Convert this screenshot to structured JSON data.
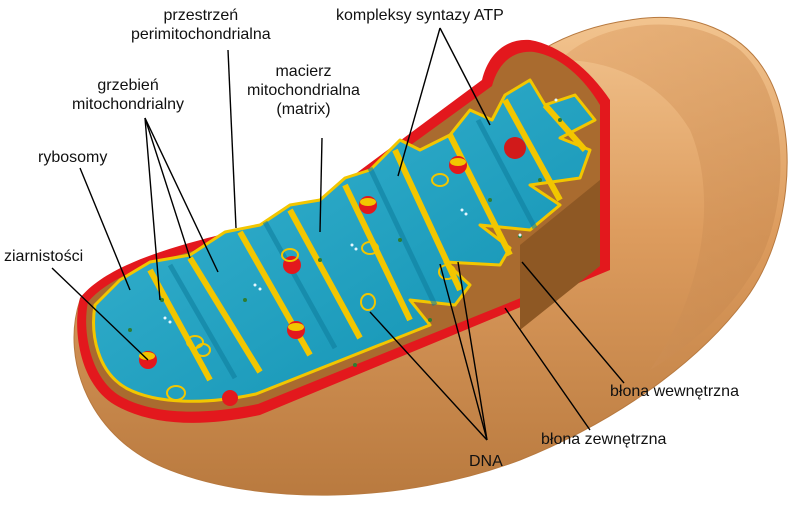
{
  "labels": {
    "perimitochondrial_space": [
      "przestrzeń",
      "perimitochondrialna"
    ],
    "atp_synthase": [
      "kompleksy syntazy ATP"
    ],
    "cristae": [
      "grzebień",
      "mitochondrialny"
    ],
    "matrix": [
      "macierz",
      "mitochondrialna",
      "(matrix)"
    ],
    "ribosomes": [
      "rybosomy"
    ],
    "granules": [
      "ziarnistości"
    ],
    "inner_membrane": [
      "błona wewnętrzna"
    ],
    "outer_membrane": [
      "błona zewnętrzna"
    ],
    "dna": [
      "DNA"
    ]
  },
  "colors": {
    "outer_body": "#d9975a",
    "outer_highlight": "#f0c08a",
    "cut_face": "#b57a3e",
    "membrane_red": "#e3181d",
    "intermembrane": "#a56a2f",
    "inner_membrane_yellow": "#f2c600",
    "matrix_blue": "#1a9fbf",
    "matrix_dark": "#0f7f9e"
  }
}
